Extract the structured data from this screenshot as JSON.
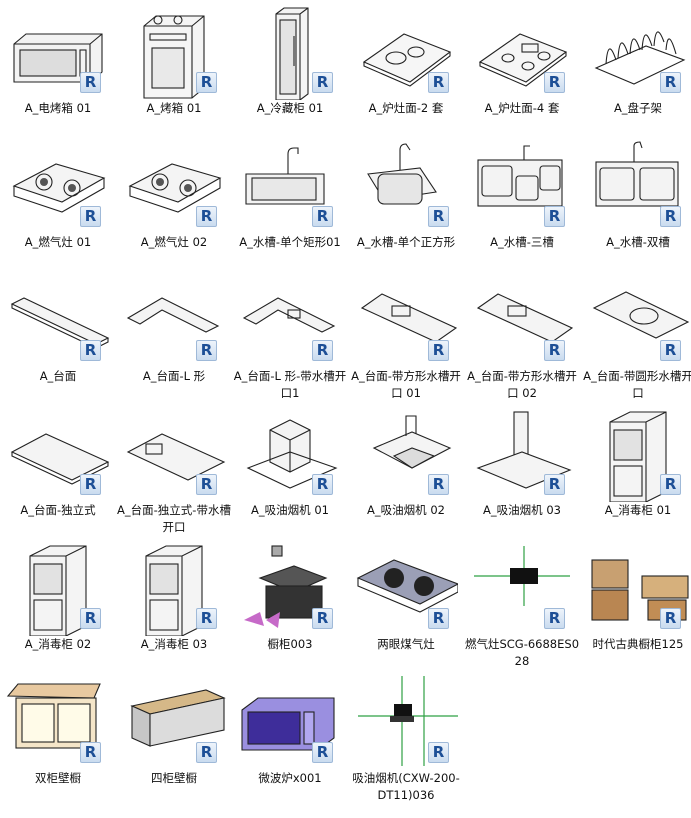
{
  "badge_letter": "R",
  "items": [
    {
      "label": "A_电烤箱 01",
      "icon": "electric-oven-icon"
    },
    {
      "label": "A_烤箱 01",
      "icon": "oven-icon"
    },
    {
      "label": "A_冷藏柜 01",
      "icon": "fridge-icon"
    },
    {
      "label": "A_炉灶面-2 套",
      "icon": "cooktop-2-icon"
    },
    {
      "label": "A_炉灶面-4 套",
      "icon": "cooktop-4-icon"
    },
    {
      "label": "A_盘子架",
      "icon": "dish-rack-icon"
    },
    {
      "label": "A_燃气灶 01",
      "icon": "gas-stove-icon"
    },
    {
      "label": "A_燃气灶 02",
      "icon": "gas-stove-icon"
    },
    {
      "label": "A_水槽-单个矩形01",
      "icon": "sink-rect-icon"
    },
    {
      "label": "A_水槽-单个正方形",
      "icon": "sink-square-icon"
    },
    {
      "label": "A_水槽-三槽",
      "icon": "sink-triple-icon"
    },
    {
      "label": "A_水槽-双槽",
      "icon": "sink-double-icon"
    },
    {
      "label": "A_台面",
      "icon": "countertop-icon"
    },
    {
      "label": "A_台面-L 形",
      "icon": "countertop-l-icon"
    },
    {
      "label": "A_台面-L 形-带水槽开口1",
      "icon": "countertop-l-sink-icon"
    },
    {
      "label": "A_台面-带方形水槽开口 01",
      "icon": "countertop-square-sink-icon"
    },
    {
      "label": "A_台面-带方形水槽开口 02",
      "icon": "countertop-square-sink-icon"
    },
    {
      "label": "A_台面-带圆形水槽开口",
      "icon": "countertop-round-sink-icon"
    },
    {
      "label": "A_台面-独立式",
      "icon": "countertop-island-icon"
    },
    {
      "label": "A_台面-独立式-带水槽开口",
      "icon": "countertop-island-sink-icon"
    },
    {
      "label": "A_吸油烟机 01",
      "icon": "range-hood-box-icon"
    },
    {
      "label": "A_吸油烟机 02",
      "icon": "range-hood-glass-icon"
    },
    {
      "label": "A_吸油烟机 03",
      "icon": "range-hood-chimney-icon"
    },
    {
      "label": "A_消毒柜 01",
      "icon": "sterilizer-cabinet-icon"
    },
    {
      "label": "A_消毒柜 02",
      "icon": "sterilizer-cabinet-icon"
    },
    {
      "label": "A_消毒柜 03",
      "icon": "sterilizer-cabinet-icon"
    },
    {
      "label": "橱柜003",
      "icon": "kitchen-cabinet-icon"
    },
    {
      "label": "两眼煤气灶",
      "icon": "two-burner-stove-icon"
    },
    {
      "label": "燃气灶SCG-6688ES028",
      "icon": "gas-stove-plan-icon"
    },
    {
      "label": "时代古典橱柜125",
      "icon": "classic-cabinet-icon"
    },
    {
      "label": "双柜壁橱",
      "icon": "double-cabinet-icon"
    },
    {
      "label": "四柜壁橱",
      "icon": "four-cabinet-icon"
    },
    {
      "label": "微波炉x001",
      "icon": "microwave-icon"
    },
    {
      "label": "吸油烟机(CXW-200-DT11)036",
      "icon": "range-hood-plan-icon"
    }
  ]
}
